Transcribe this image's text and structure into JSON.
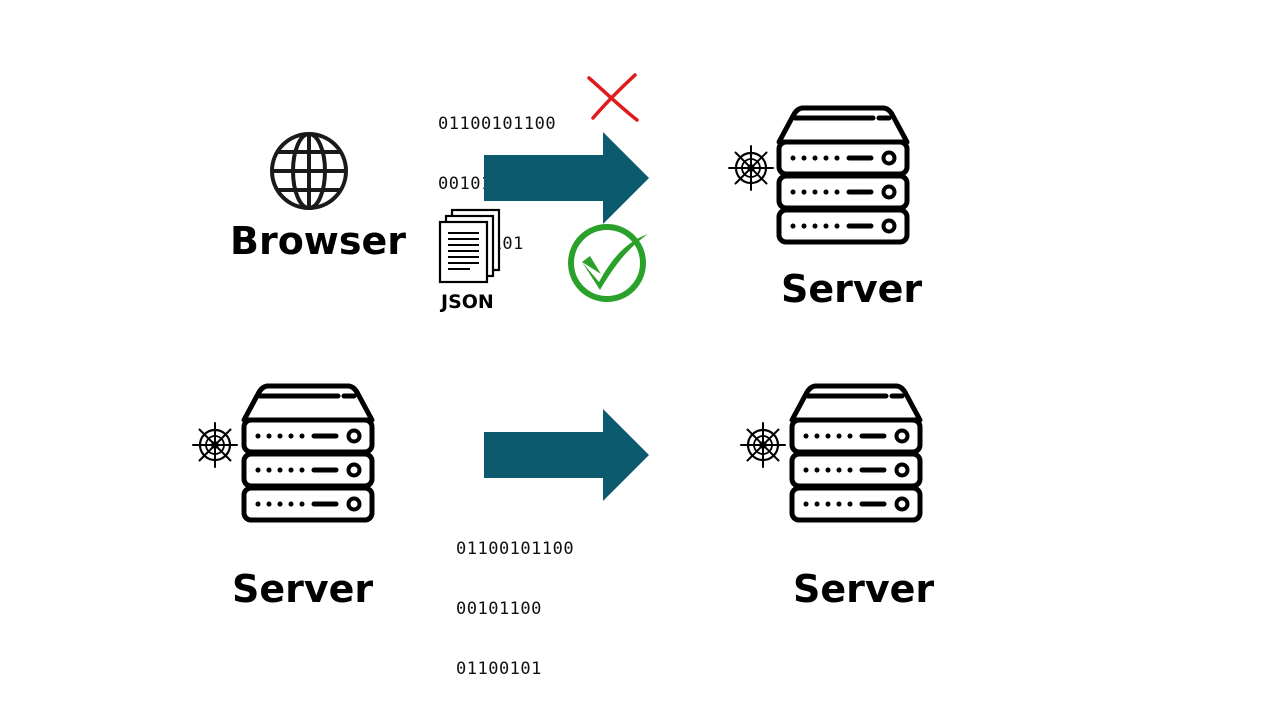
{
  "colors": {
    "arrow": "#0b5a6e",
    "cross": "#e01b1b",
    "check": "#2aa12a",
    "ink": "#000000"
  },
  "top_row": {
    "client": {
      "icon": "globe-icon",
      "label": "Browser"
    },
    "payload_rejected": {
      "binary_lines": [
        "01100101100",
        "00101100",
        "01100101"
      ],
      "status_icon": "cross-icon"
    },
    "payload_accepted": {
      "icon": "document-icon",
      "label": "JSON",
      "status_icon": "check-icon"
    },
    "destination": {
      "icon": "server-icon",
      "label": "Server"
    }
  },
  "bottom_row": {
    "source": {
      "icon": "server-icon",
      "label": "Server"
    },
    "payload": {
      "binary_lines": [
        "01100101100",
        "00101100",
        "01100101"
      ]
    },
    "destination": {
      "icon": "server-icon",
      "label": "Server"
    }
  }
}
